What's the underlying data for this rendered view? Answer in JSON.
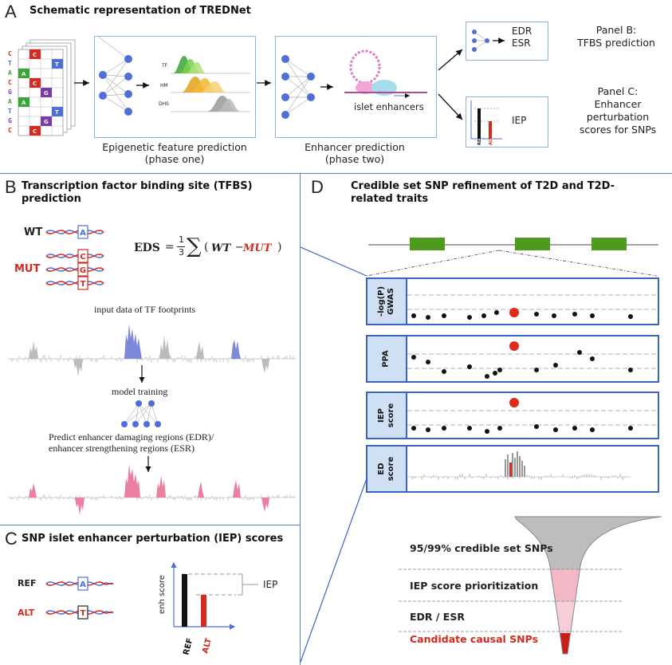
{
  "panelA": {
    "letter": "A",
    "title": "Schematic representation of TREDNet",
    "phase_one_caption_1": "Epigenetic feature prediction",
    "phase_one_caption_2": "(phase one)",
    "phase_two_caption_1": "Enhancer prediction",
    "phase_two_caption_2": "(phase two)",
    "islet_label": "islet enhancers",
    "track_labels": [
      "TF",
      "HM",
      "DHS"
    ],
    "edr_label": "EDR",
    "esr_label": "ESR",
    "iep_label": "IEP",
    "panelB_ref_1": "Panel B:",
    "panelB_ref_2": "TFBS prediction",
    "panelC_ref_1": "Panel C:",
    "panelC_ref_2": "Enhancer",
    "panelC_ref_3": "perturbation",
    "panelC_ref_4": "scores for SNPs",
    "mini_ref": "REF",
    "mini_alt": "ALT",
    "grid_letters": [
      "C",
      "T",
      "A",
      "C",
      "G",
      "A",
      "T",
      "G",
      "C"
    ]
  },
  "panelB": {
    "letter": "B",
    "title_1": "Transcription factor binding site (TFBS)",
    "title_2": "prediction",
    "wt": "WT",
    "mut": "MUT",
    "wt_base": "A",
    "mut_bases": [
      "C",
      "G",
      "T"
    ],
    "eds_lhs": "EDS",
    "eds_frac_num": "1",
    "eds_frac_den": "3",
    "eds_wt": "WT",
    "eds_minus": "−",
    "eds_mut": "MUT",
    "footprint_caption": "input data of TF footprints",
    "training_caption": "model training",
    "predict_caption_1": "Predict enhancer damaging regions (EDR)/",
    "predict_caption_2": "enhancer strengthening regions (ESR)"
  },
  "panelC": {
    "letter": "C",
    "title": "SNP islet enhancer perturbation (IEP) scores",
    "ref": "REF",
    "alt": "ALT",
    "ref_base": "A",
    "alt_base": "T",
    "y_axis": "enh score",
    "iep": "IEP"
  },
  "panelD": {
    "letter": "D",
    "title_1": "Credible set SNP refinement of T2D and T2D-",
    "title_2": "related traits",
    "track1_l1": "-log(P)",
    "track1_l2": "GWAS",
    "track2": "PPA",
    "track3_l1": "IEP",
    "track3_l2": "score",
    "track4_l1": "ED",
    "track4_l2": "score",
    "funnel_1": "95/99% credible set SNPs",
    "funnel_2": "IEP score prioritization",
    "funnel_3": "EDR / ESR",
    "funnel_4": "Candidate causal SNPs"
  },
  "colors": {
    "red": "#d42a1f",
    "blue_node": "#4f6fd6",
    "box_border": "#8fb6d8",
    "d_border": "#3a63c4",
    "green_exon": "#4d9a1e",
    "pink_peak": "#ea7fa0",
    "purple_peak": "#7d88d8"
  }
}
